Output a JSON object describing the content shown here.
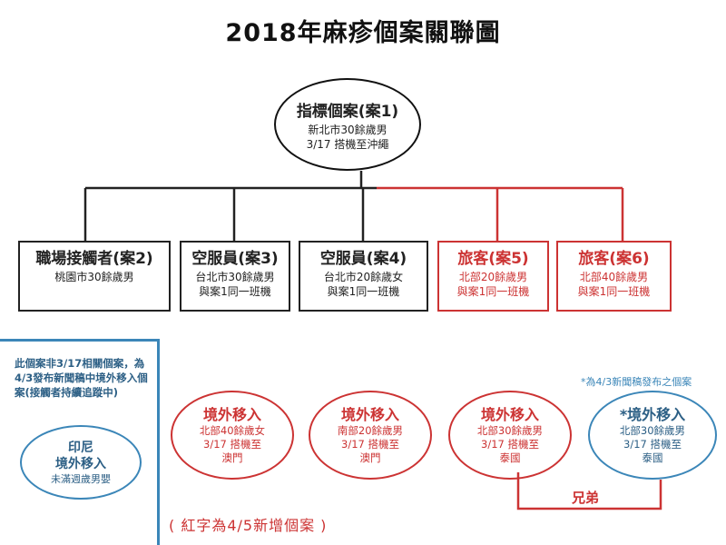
{
  "title": "2018年麻疹個案關聯圖",
  "root": {
    "title": "指標個案(案1)",
    "lines": [
      "新北市30餘歲男",
      "3/17 搭機至沖繩"
    ]
  },
  "cases": [
    {
      "title": "職場接觸者(案2)",
      "lines": [
        "桃園市30餘歲男"
      ],
      "color": "black"
    },
    {
      "title": "空服員(案3)",
      "lines": [
        "台北市30餘歲男",
        "與案1同一班機"
      ],
      "color": "black"
    },
    {
      "title": "空服員(案4)",
      "lines": [
        "台北市20餘歲女",
        "與案1同一班機"
      ],
      "color": "black"
    },
    {
      "title": "旅客(案5)",
      "lines": [
        "北部20餘歲男",
        "與案1同一班機"
      ],
      "color": "red"
    },
    {
      "title": "旅客(案6)",
      "lines": [
        "北部40餘歲男",
        "與案1同一班機"
      ],
      "color": "red"
    }
  ],
  "side_panel": {
    "text": "此個案非3/17相關個案，為4/3發布新聞稿中境外移入個案(接觸者持續追蹤中)",
    "ellipse": {
      "title1": "印尼",
      "title2": "境外移入",
      "line": "未滿週歲男嬰"
    }
  },
  "note": "*為4/3新聞稿發布之個案",
  "imports": [
    {
      "title": "境外移入",
      "lines": [
        "北部40餘歲女",
        "3/17 搭機至",
        "澳門"
      ],
      "color": "red"
    },
    {
      "title": "境外移入",
      "lines": [
        "南部20餘歲男",
        "3/17 搭機至",
        "澳門"
      ],
      "color": "red"
    },
    {
      "title": "境外移入",
      "lines": [
        "北部30餘歲男",
        "3/17 搭機至",
        "泰國"
      ],
      "color": "red"
    },
    {
      "title": "*境外移入",
      "lines": [
        "北部30餘歲男",
        "3/17 搭機至",
        "泰國"
      ],
      "color": "blue"
    }
  ],
  "brothers_label": "兄弟",
  "footnote": "( 紅字為4/5新增個案 )",
  "colors": {
    "black": "#222222",
    "red": "#cc3333",
    "blue": "#3b86b8"
  }
}
